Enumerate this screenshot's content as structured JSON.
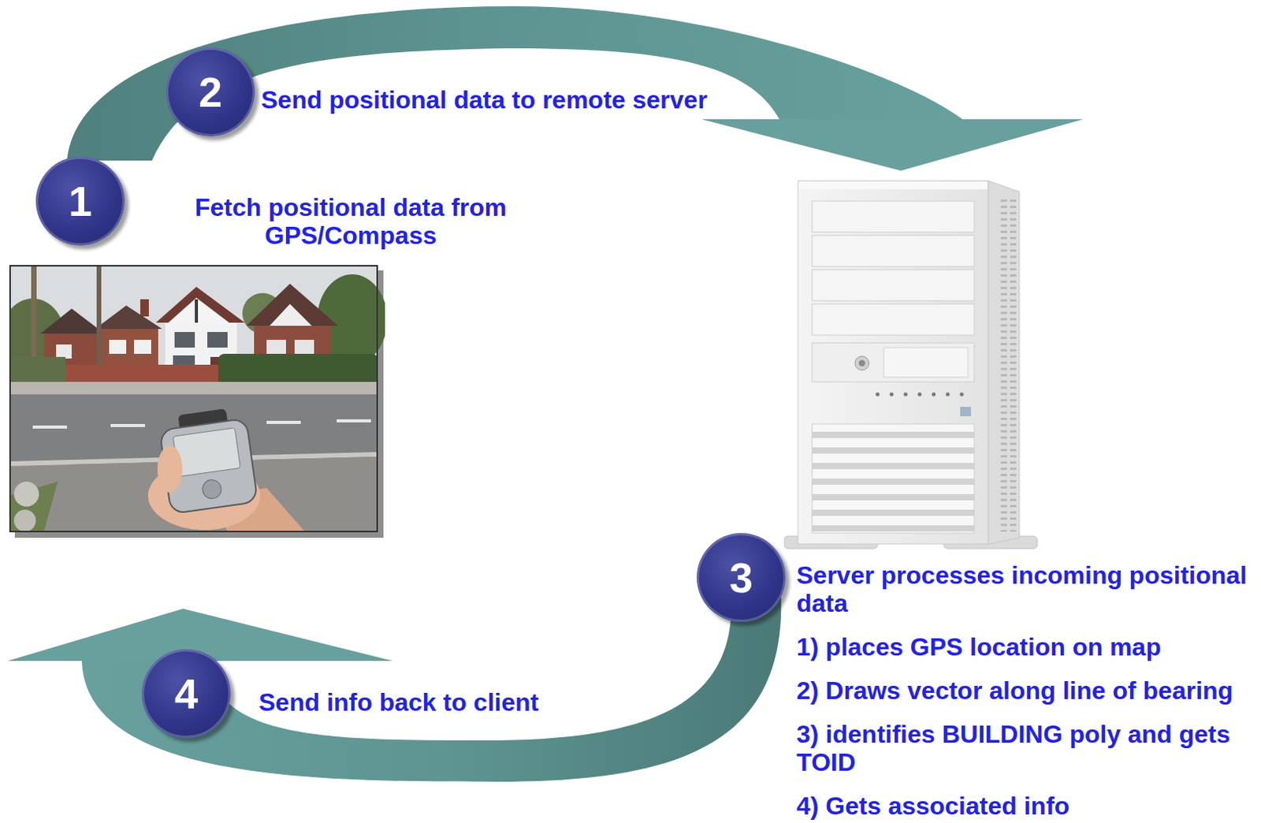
{
  "diagram": {
    "nodes": [
      {
        "text": [
          "1",
          "Fetch positional data from GPS/Compass"
        ]
      },
      {
        "text": [
          "2",
          "Send positional data to remote server"
        ]
      },
      {
        "text": [
          "3",
          "Server processes incoming positional data",
          "1) places GPS location on map",
          "2) Draws vector along line of bearing",
          "3) identifies BUILDING poly and gets TOID",
          "4) Gets associated info"
        ]
      },
      {
        "text": [
          "4",
          "Send info back to client"
        ]
      }
    ],
    "edges": [
      {
        "from": 0,
        "to": 1,
        "arrow": "none"
      },
      {
        "from": 1,
        "to": 2,
        "arrow": "to"
      },
      {
        "from": 2,
        "to": 3,
        "arrow": "none"
      },
      {
        "from": 3,
        "to": 0,
        "arrow": "to"
      }
    ]
  }
}
